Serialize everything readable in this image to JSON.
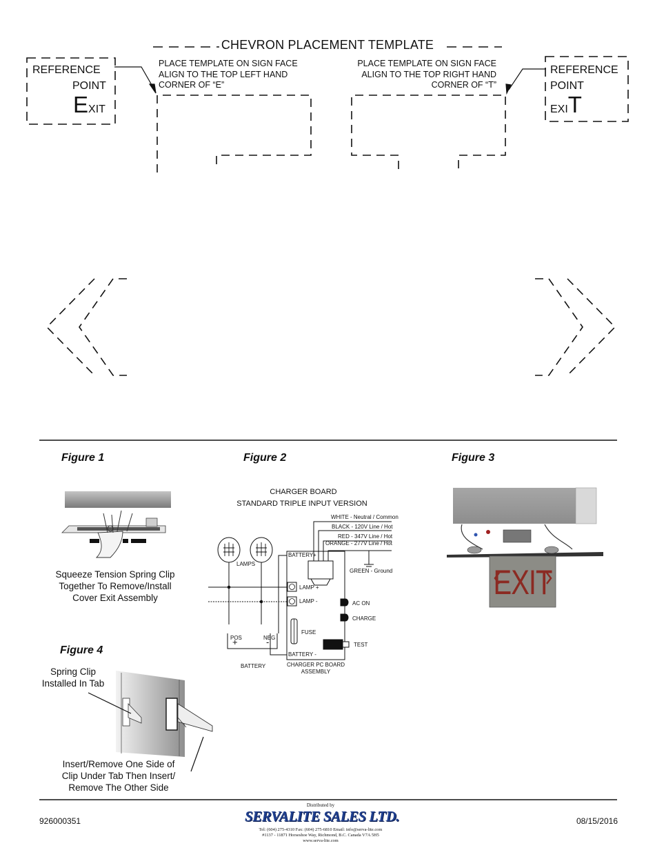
{
  "template": {
    "title": "CHEVRON PLACEMENT TEMPLATE",
    "left_instruction": [
      "PLACE TEMPLATE ON SIGN FACE",
      "ALIGN TO THE TOP LEFT HAND",
      "CORNER OF “E”"
    ],
    "right_instruction": [
      "PLACE TEMPLATE ON SIGN FACE",
      "ALIGN TO THE TOP RIGHT HAND",
      "CORNER OF “T”"
    ],
    "left_ref": {
      "line1": "REFERENCE",
      "line2": "POINT",
      "big_letter": "E",
      "rest": "XIT"
    },
    "right_ref": {
      "line1": "REFERENCE",
      "line2": "POINT",
      "prefix": "EXI",
      "big_letter": "T"
    }
  },
  "figures": {
    "fig1": {
      "label": "Figure 1",
      "caption": [
        "Squeeze Tension Spring Clip",
        "Together To Remove/Install",
        "Cover Exit Assembly"
      ]
    },
    "fig2": {
      "label": "Figure 2",
      "heading1": "CHARGER BOARD",
      "heading2": "STANDARD TRIPLE INPUT VERSION",
      "wires": [
        "WHITE - Neutral / Common",
        "BLACK - 120V Line / Hot",
        "RED - 347V Line / Hot",
        "ORANGE - 277V Line / Hot"
      ],
      "ground": "GREEN - Ground",
      "lamps": "LAMPS",
      "battery_plus": "BATTERY+",
      "battery_minus": "BATTERY -",
      "lamp_plus": "LAMP +",
      "lamp_minus": "LAMP -",
      "ac_on": "AC ON",
      "charge": "CHARGE",
      "fuse": "FUSE",
      "test": "TEST",
      "pos": "POS",
      "neg": "NEG",
      "plus_sign": "+",
      "minus_sign": "-",
      "battery": "BATTERY",
      "board": [
        "CHARGER PC BOARD",
        "ASSEMBLY"
      ]
    },
    "fig3": {
      "label": "Figure 3",
      "sign_text": "EXIT"
    },
    "fig4": {
      "label": "Figure 4",
      "clip_label": [
        "Spring Clip",
        "Installed In Tab"
      ],
      "caption": [
        "Insert/Remove One Side of",
        "Clip Under Tab Then Insert/",
        "Remove The Other Side"
      ]
    }
  },
  "footer": {
    "part_number": "926000351",
    "date": "08/15/2016",
    "logo": {
      "distributed_by": "Distributed by",
      "name": "SERVALITE SALES LTD.",
      "contact": "Tel: (604) 275-4310   Fax: (604) 275-6810  Email: info@serva-lite.com",
      "address": "#1137 - 11871 Horseshoe Way, Richmond, B.C. Canada  V7A 5H5",
      "web": "www.serva-lite.com"
    }
  },
  "colors": {
    "ink": "#111111",
    "logo_blue": "#1f3f8f",
    "exit_red": "#8b2a22",
    "sign_gray": "#8c8c86"
  }
}
